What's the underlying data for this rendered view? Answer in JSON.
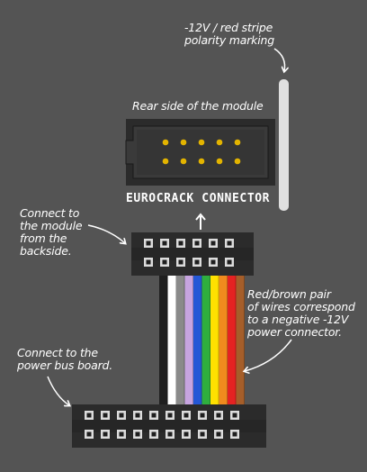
{
  "annotations": {
    "polarity": "-12V / red stripe\npolarity marking",
    "rear_side": "Rear side of the module",
    "connect_module": "Connect to\nthe module\nfrom the\nbackside.",
    "red_brown": "Red/brown pair\nof wires correspond\nto a negative -12V\npower connector.",
    "connect_bus": "Connect to the\npower bus board."
  },
  "connector_title": "EUROCRACK CONNECTOR",
  "cable": {
    "wire_colors": [
      "#1f1f1f",
      "#ffffff",
      "#8a8a8a",
      "#c7a4e0",
      "#2457d6",
      "#2fae3e",
      "#ffe000",
      "#f08a1e",
      "#e52222",
      "#a55e2a"
    ]
  },
  "colors": {
    "background": "#545454",
    "connector_body": "#2b2b2b",
    "header_pin": "#e3b400",
    "stripe": "#e0e0e0"
  }
}
